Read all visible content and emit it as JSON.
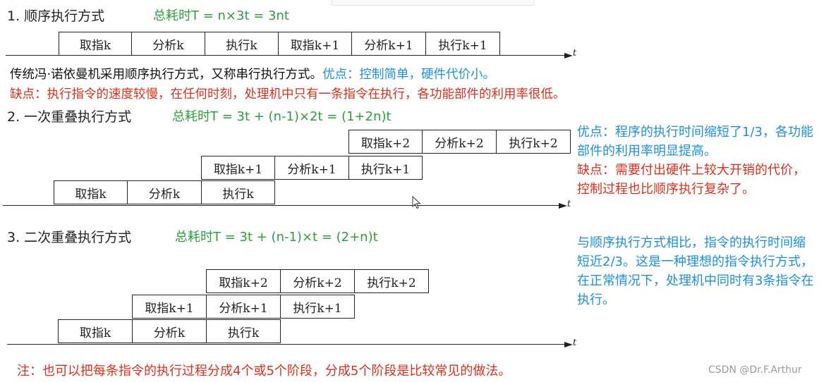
{
  "section1": {
    "title": "1. 顺序执行方式",
    "formula": "总耗时T = n×3t = 3nt",
    "boxes": [
      "取指k",
      "分析k",
      "执行k",
      "取指k+1",
      "分析k+1",
      "执行k+1"
    ],
    "t_label": "t",
    "desc_black": "传统冯·诺依曼机采用顺序执行方式，又称串行执行方式。",
    "desc_blue": "优点：控制简单，硬件代价小。",
    "desc_red": "缺点：执行指令的速度较慢，在任何时刻，处理机中只有一条指令在执行，各功能部件的利用率很低。"
  },
  "section2": {
    "title": "2. 一次重叠执行方式",
    "formula": "总耗时T = 3t + (n-1)×2t = (1+2n)t",
    "row_top": [
      "取指k+2",
      "分析k+2",
      "执行k+2"
    ],
    "row_mid": [
      "取指k+1",
      "分析k+1",
      "执行k+1"
    ],
    "row_bot": [
      "取指k",
      "分析k",
      "执行k"
    ],
    "t_label": "t",
    "note_blue": "优点：程序的执行时间缩短了1/3，各功能部件的利用率明显提高。",
    "note_red": "缺点：需要付出硬件上较大开销的代价，控制过程也比顺序执行复杂了。"
  },
  "section3": {
    "title": "3. 二次重叠执行方式",
    "formula": "总耗时T = 3t + (n-1)×t = (2+n)t",
    "row_top": [
      "取指k+2",
      "分析k+2",
      "执行k+2"
    ],
    "row_mid": [
      "取指k+1",
      "分析k+1",
      "执行k+1"
    ],
    "row_bot": [
      "取指k",
      "分析k",
      "执行k"
    ],
    "t_label": "t",
    "note_blue": "与顺序执行方式相比，指令的执行时间缩短近2/3。这是一种理想的指令执行方式，在正常情况下，处理机中同时有3条指令在执行。"
  },
  "footer": {
    "note_red": "注：也可以把每条指令的执行过程分成4个或5个阶段，分成5个阶段是比较常见的做法。",
    "watermark": "CSDN @Dr.F.Arthur"
  }
}
